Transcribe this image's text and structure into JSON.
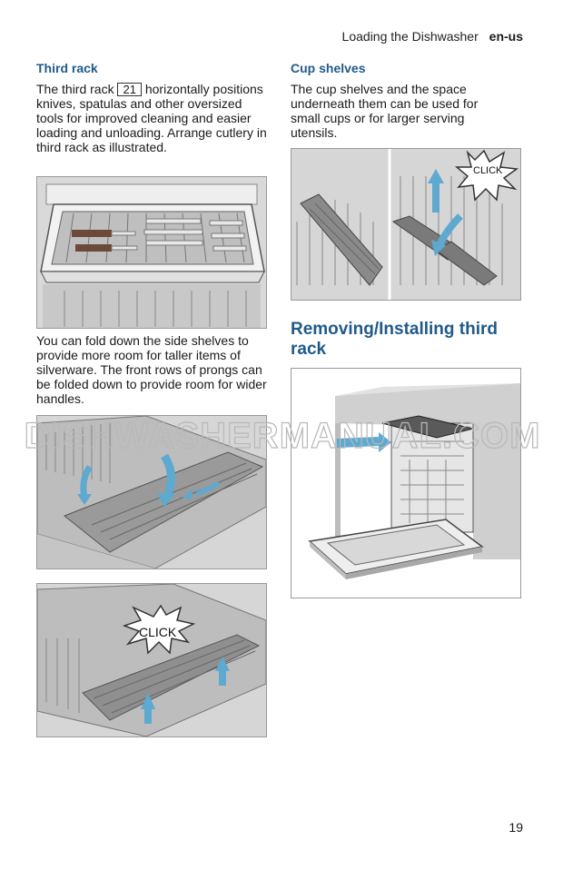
{
  "header": {
    "section": "Loading the Dishwasher",
    "lang": "en-us"
  },
  "left": {
    "title": "Third rack",
    "para1_pre": "The third rack",
    "ref_num": "21",
    "para1_post": "horizontally positions knives, spatulas and other oversized tools for improved cleaning and easier loading and unloading. Arrange cutlery in third rack as illustrated.",
    "para2": "You can fold down the side shelves to provide more room for taller items of silverware. The front rows of prongs can be folded down to provide room for wider handles.",
    "click_label": "CLICK"
  },
  "right": {
    "title": "Cup shelves",
    "para1": "The cup shelves and the space underneath them can be used for small cups or for larger serving utensils.",
    "click_label": "CLICK",
    "heading": "Removing/Installing third rack"
  },
  "watermark": "DISHWASHERMANUAL.COM",
  "page_number": "19",
  "colors": {
    "heading": "#1f5a8a",
    "arrow": "#5ea9cf",
    "figure_bg": "#d8d8d8"
  }
}
